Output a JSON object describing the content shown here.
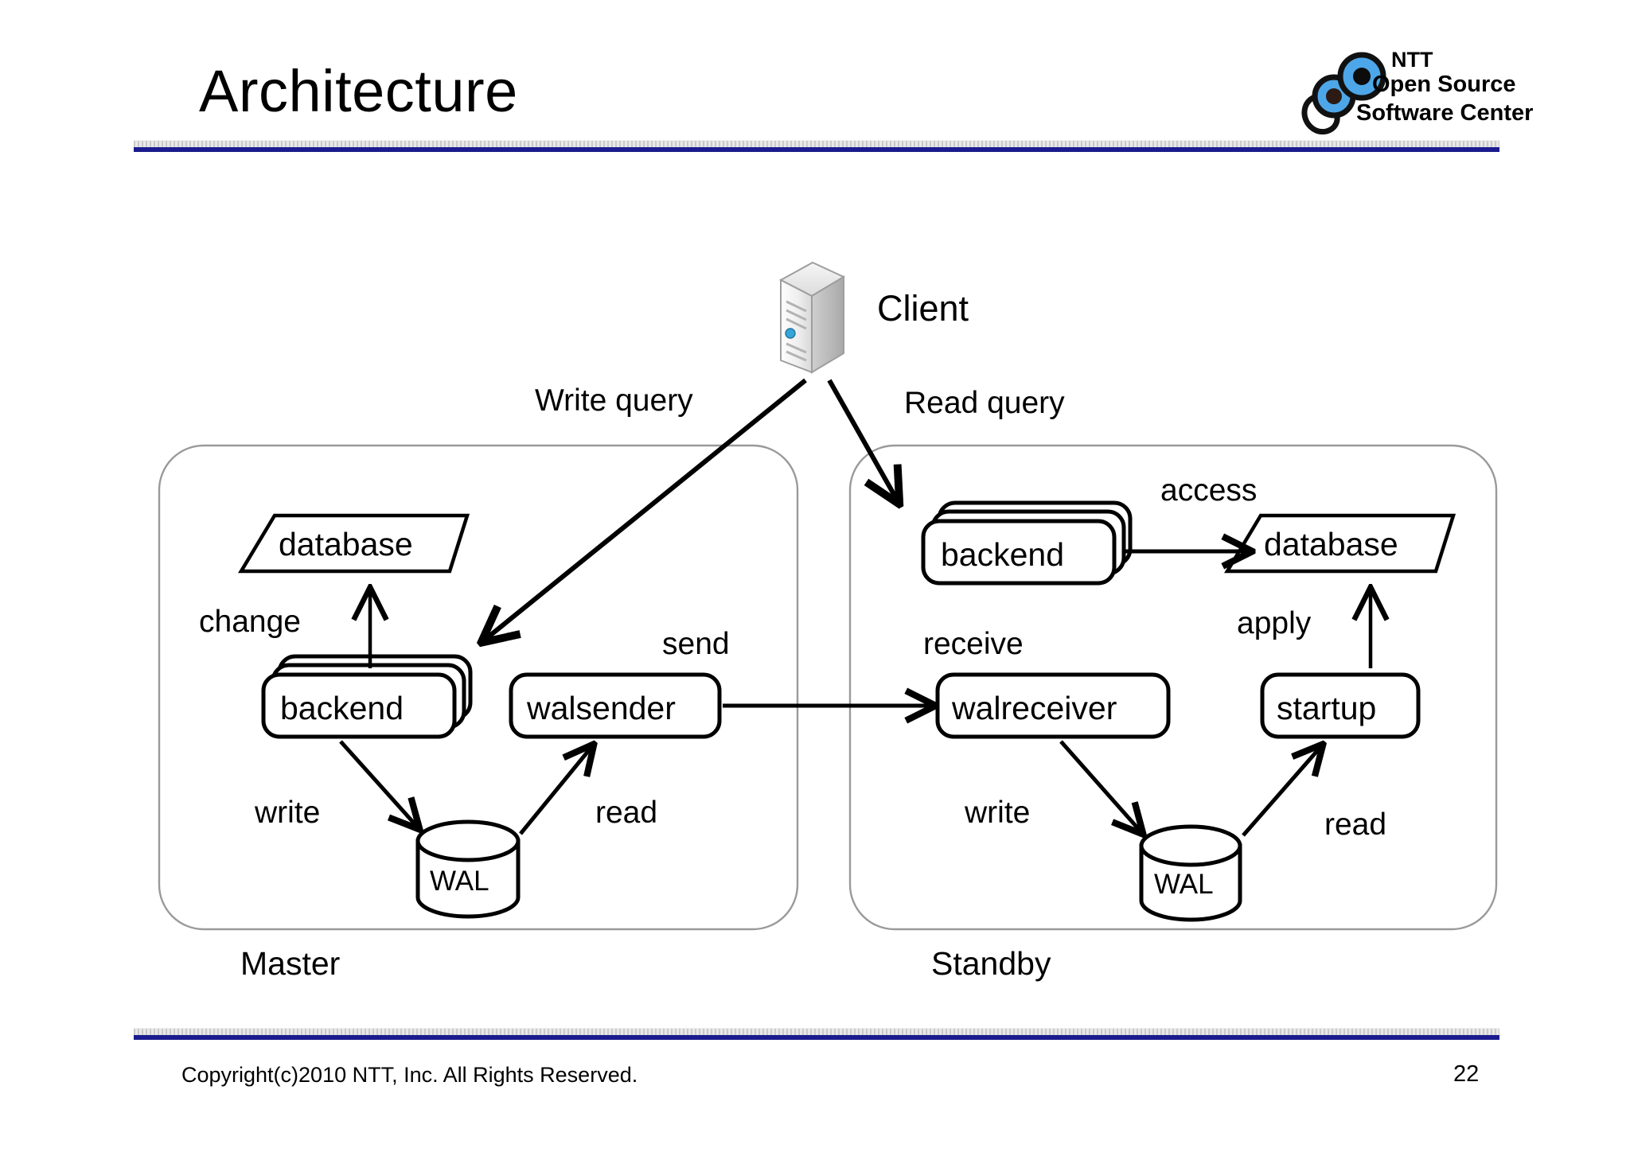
{
  "slide": {
    "title": "Architecture",
    "page_number": "22",
    "copyright": "Copyright(c)2010 NTT, Inc. All Rights Reserved.",
    "accent_navy": "#1b1b8f",
    "rule_gray": "#c9c9c9"
  },
  "logo": {
    "line1": "NTT",
    "line2": "Open Source",
    "line3": "Software Center",
    "circle_color": "#4da6e8",
    "outline_color": "#111111"
  },
  "diagram": {
    "client": {
      "label": "Client",
      "icon": "server-tower-icon",
      "led_color": "#36a5d8"
    },
    "client_edges": [
      {
        "label": "Write query",
        "from": "client",
        "to": "master-backend",
        "direction": "down-left"
      },
      {
        "label": "Read query",
        "from": "client",
        "to": "standby-backend",
        "direction": "down-right"
      }
    ],
    "panels": [
      {
        "id": "master",
        "label": "Master",
        "nodes": [
          {
            "id": "master-database",
            "label": "database",
            "shape": "parallelogram"
          },
          {
            "id": "master-backend",
            "label": "backend",
            "shape": "stacked-rounded-rect",
            "stack": 3
          },
          {
            "id": "master-walsender",
            "label": "walsender",
            "shape": "rounded-rect"
          },
          {
            "id": "master-wal",
            "label": "WAL",
            "shape": "cylinder"
          }
        ],
        "edges": [
          {
            "label": "change",
            "from": "master-backend",
            "to": "master-database",
            "direction": "up"
          },
          {
            "label": "write",
            "from": "master-backend",
            "to": "master-wal",
            "direction": "down-right"
          },
          {
            "label": "read",
            "from": "master-wal",
            "to": "master-walsender",
            "direction": "up-right"
          }
        ]
      },
      {
        "id": "standby",
        "label": "Standby",
        "nodes": [
          {
            "id": "standby-backend",
            "label": "backend",
            "shape": "stacked-rounded-rect",
            "stack": 3
          },
          {
            "id": "standby-database",
            "label": "database",
            "shape": "parallelogram"
          },
          {
            "id": "standby-walreceiver",
            "label": "walreceiver",
            "shape": "rounded-rect"
          },
          {
            "id": "standby-startup",
            "label": "startup",
            "shape": "rounded-rect"
          },
          {
            "id": "standby-wal",
            "label": "WAL",
            "shape": "cylinder"
          }
        ],
        "edges": [
          {
            "label": "access",
            "from": "standby-backend",
            "to": "standby-database",
            "direction": "right"
          },
          {
            "label": "apply",
            "from": "standby-startup",
            "to": "standby-database",
            "direction": "up"
          },
          {
            "label": "receive",
            "from": "master-walsender",
            "to": "standby-walreceiver",
            "direction": "right"
          },
          {
            "label": "write",
            "from": "standby-walreceiver",
            "to": "standby-wal",
            "direction": "down-right"
          },
          {
            "label": "read",
            "from": "standby-wal",
            "to": "standby-startup",
            "direction": "up-right"
          }
        ]
      }
    ],
    "cross_edges": [
      {
        "label": "send",
        "from": "master-walsender",
        "to": "standby-walreceiver",
        "direction": "right"
      }
    ]
  }
}
